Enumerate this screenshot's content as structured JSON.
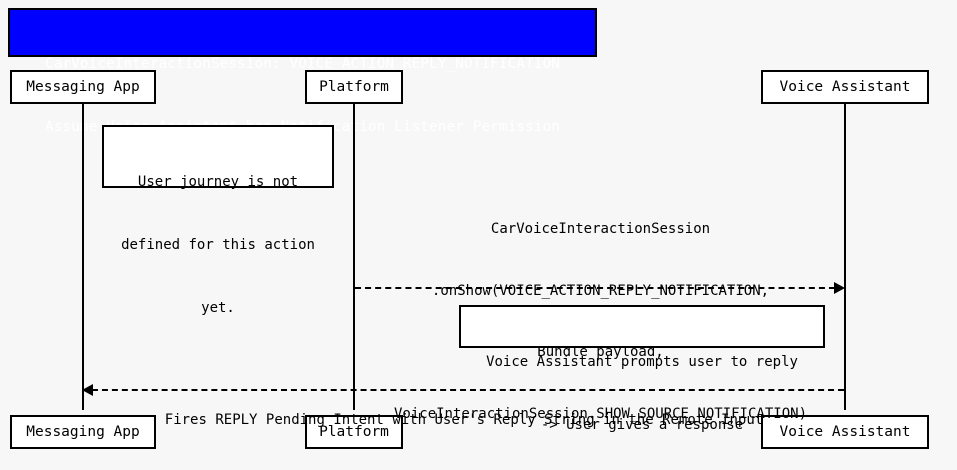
{
  "diagram": {
    "type": "sequence-diagram",
    "background_color": "#f7f7f7",
    "accent_color": "#0000ff",
    "line_color": "#000000"
  },
  "title": {
    "line1": "CarVoiceInteractionSession: VOICE_ACTION_REPLY_NOTIFICATION",
    "line2": "Assume Voice Assistant has Notification Listener Permission",
    "background_color": "#0000ff",
    "text_color": "#ffffff"
  },
  "participants": [
    {
      "id": "messaging-app",
      "label": "Messaging App"
    },
    {
      "id": "platform",
      "label": "Platform"
    },
    {
      "id": "voice-assistant",
      "label": "Voice Assistant"
    }
  ],
  "participants_bottom": [
    {
      "id": "messaging-app",
      "label": "Messaging App"
    },
    {
      "id": "platform",
      "label": "Platform"
    },
    {
      "id": "voice-assistant",
      "label": "Voice Assistant"
    }
  ],
  "notes": [
    {
      "id": "note-user-journey",
      "line1": "User journey is not",
      "line2": "defined for this action",
      "line3": "yet."
    },
    {
      "id": "note-voice-prompt",
      "line1": "Voice Assistant prompts user to reply",
      "line2": "-> User gives a response"
    }
  ],
  "messages": [
    {
      "id": "message-onshow",
      "from": "platform",
      "to": "voice-assistant",
      "direction": "right",
      "style": "dashed",
      "line1": "CarVoiceInteractionSession",
      "line2": ".onShow(VOICE_ACTION_REPLY_NOTIFICATION,",
      "line3": "Bundle payload,",
      "line4": "VoiceInteractionSession.SHOW_SOURCE_NOTIFICATION)"
    },
    {
      "id": "message-reply-intent",
      "from": "voice-assistant",
      "to": "messaging-app",
      "direction": "left",
      "style": "dashed",
      "line1": "Fires REPLY Pending Intent with User's Reply String in the Remote Input"
    }
  ]
}
